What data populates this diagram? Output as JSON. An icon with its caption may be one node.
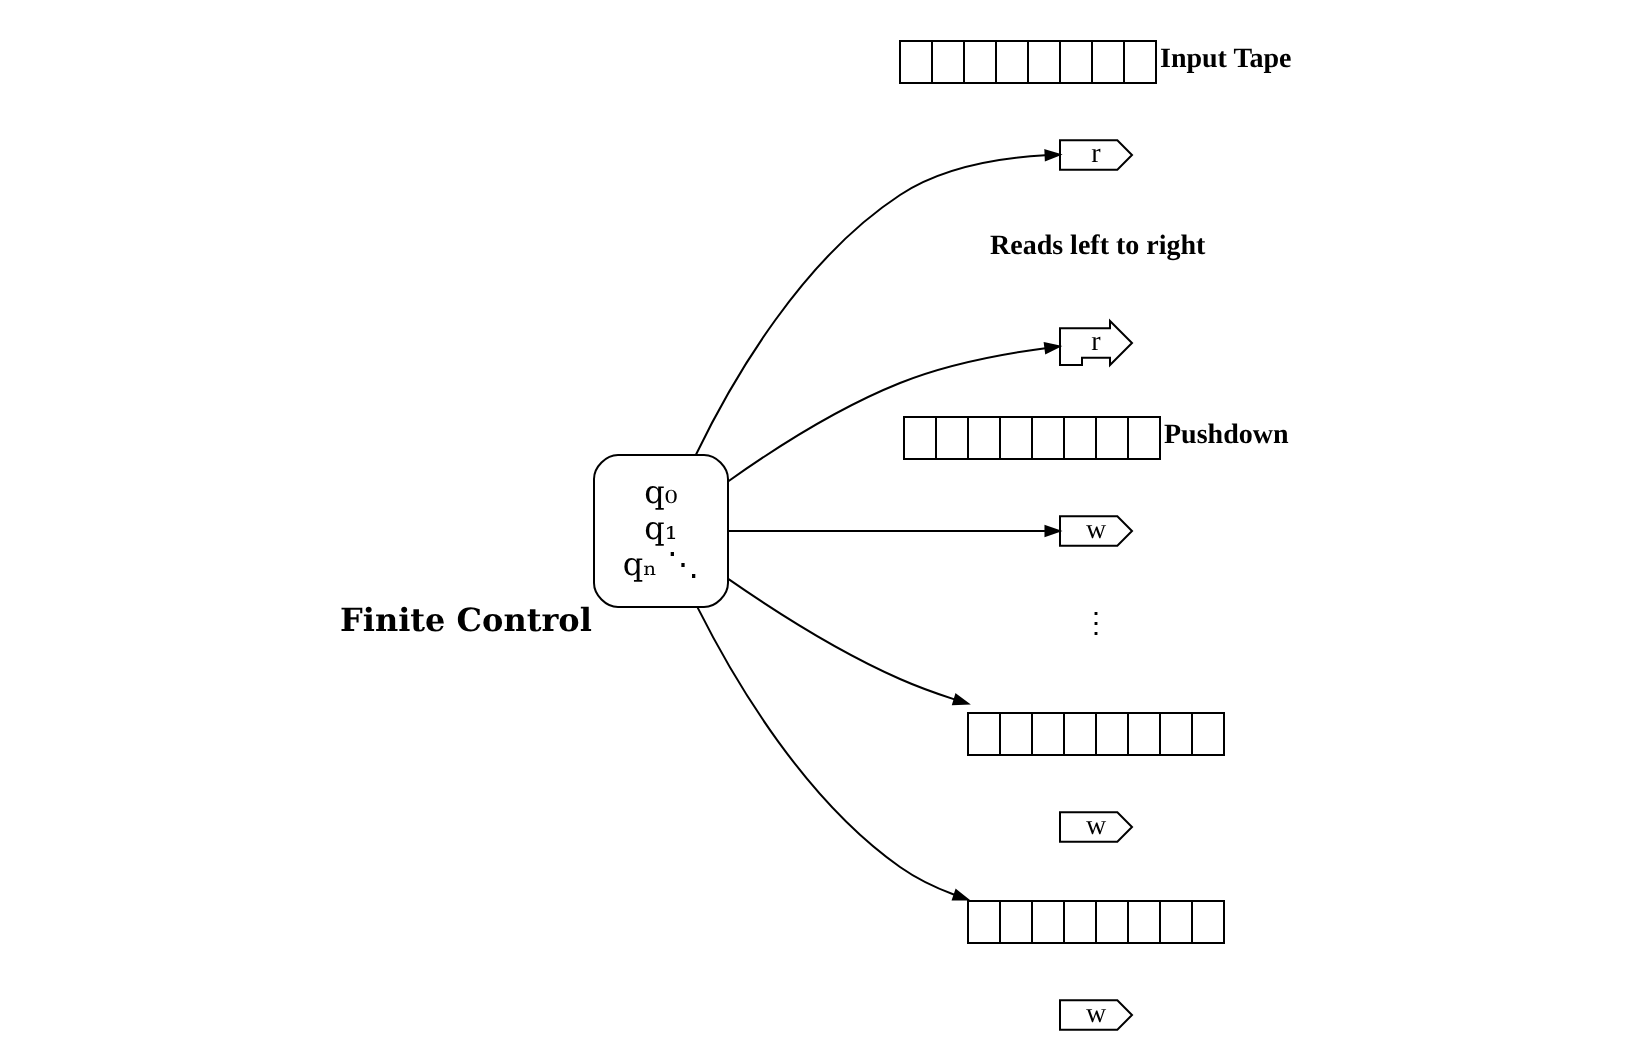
{
  "diagram": {
    "nodes": [
      {
        "text": [],
        "shape": "bar",
        "beside": [
          "Input Tape"
        ]
      },
      {
        "text": [
          "r"
        ]
      },
      {
        "text": [
          "q₀",
          "q₁",
          "qₙ ⋱"
        ],
        "beside": [
          "Finite Control"
        ]
      },
      {
        "text": [
          "r"
        ]
      },
      {
        "text": [],
        "shape": "bar",
        "beside": [
          "Pushdown"
        ]
      },
      {
        "text": [
          "w"
        ]
      },
      {
        "text": [],
        "shape": "bar"
      },
      {
        "text": [
          "w"
        ]
      },
      {
        "text": [],
        "shape": "bar"
      },
      {
        "text": [
          "w"
        ]
      }
    ],
    "edges": [
      {
        "from": 2,
        "to": 1,
        "arrow": "to"
      },
      {
        "from": 2,
        "to": 3,
        "arrow": "to"
      },
      {
        "from": 2,
        "to": 5,
        "arrow": "to"
      },
      {
        "from": 2,
        "to": 6,
        "arrow": "to"
      },
      {
        "from": 2,
        "to": 8,
        "arrow": "to"
      }
    ],
    "labels": [
      "Reads left to right",
      "⋮"
    ]
  }
}
